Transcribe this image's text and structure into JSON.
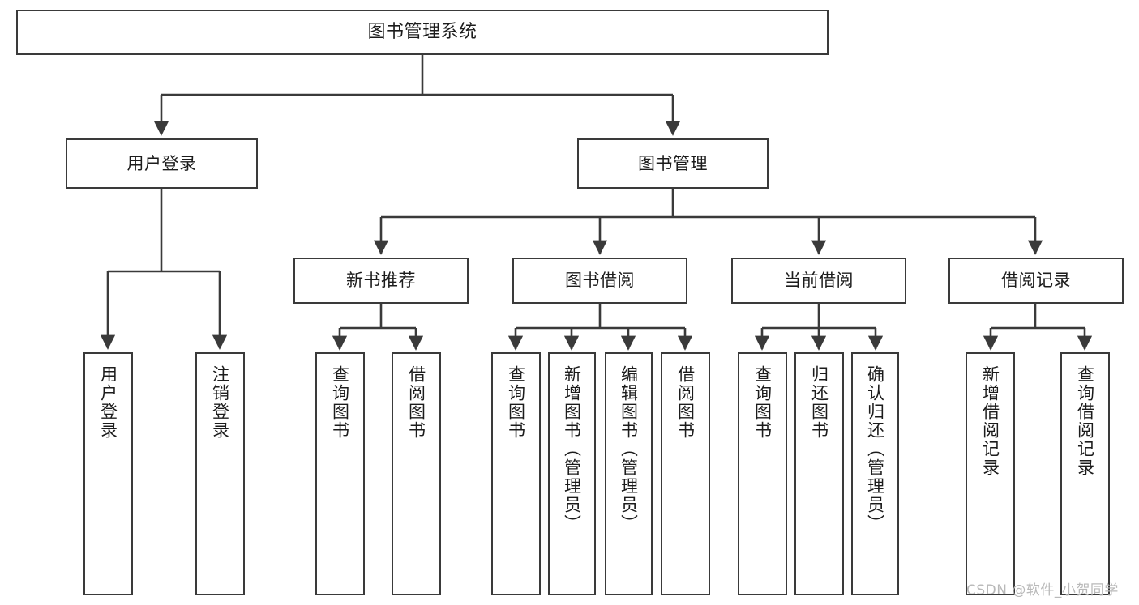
{
  "diagram": {
    "type": "tree-hierarchy-chart",
    "title_node": {
      "label": "图书管理系统"
    },
    "level2": [
      {
        "id": "user-login",
        "label": "用户登录"
      },
      {
        "id": "book-management",
        "label": "图书管理"
      }
    ],
    "level3": [
      {
        "id": "new-book-recommend",
        "label": "新书推荐"
      },
      {
        "id": "book-borrow",
        "label": "图书借阅"
      },
      {
        "id": "current-borrow",
        "label": "当前借阅"
      },
      {
        "id": "borrow-record",
        "label": "借阅记录"
      }
    ],
    "leaves": {
      "user_login": [
        {
          "id": "leaf-user-login",
          "label": "用户登录"
        },
        {
          "id": "leaf-logout-login",
          "label": "注销登录"
        }
      ],
      "new_book_recommend": [
        {
          "id": "leaf-query-book-1",
          "label": "查询图书"
        },
        {
          "id": "leaf-borrow-book-1",
          "label": "借阅图书"
        }
      ],
      "book_borrow": [
        {
          "id": "leaf-query-book-2",
          "label": "查询图书"
        },
        {
          "id": "leaf-add-book",
          "label": "新增图书（管理员）"
        },
        {
          "id": "leaf-edit-book",
          "label": "编辑图书（管理员）"
        },
        {
          "id": "leaf-borrow-book-2",
          "label": "借阅图书"
        }
      ],
      "current_borrow": [
        {
          "id": "leaf-query-book-3",
          "label": "查询图书"
        },
        {
          "id": "leaf-return-book",
          "label": "归还图书"
        },
        {
          "id": "leaf-confirm-return",
          "label": "确认归还（管理员）"
        }
      ],
      "borrow_record": [
        {
          "id": "leaf-add-record",
          "label": "新增借阅记录"
        },
        {
          "id": "leaf-query-record",
          "label": "查询借阅记录"
        }
      ]
    },
    "watermark": {
      "text": "CSDN @软件_小贺同学"
    },
    "colors": {
      "box_border": "#3a3a3a",
      "line": "#3a3a3a",
      "text": "#1c1c1c",
      "background": "#ffffff",
      "watermark": "#b9b9b9"
    }
  }
}
